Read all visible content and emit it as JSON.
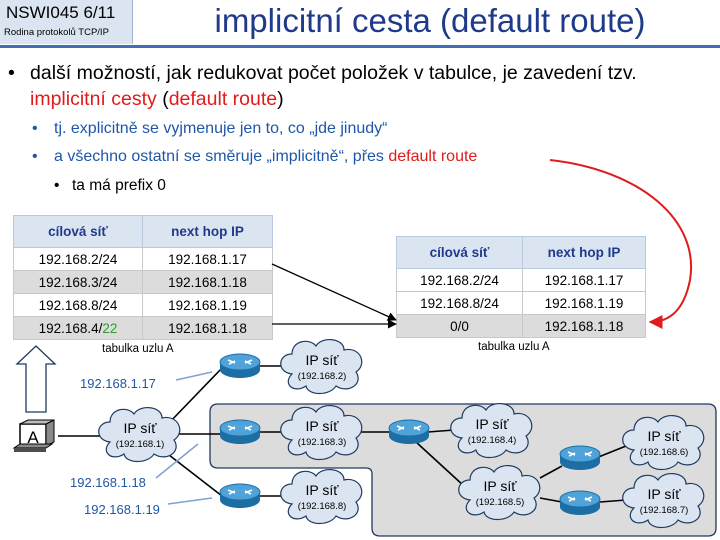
{
  "header": {
    "course": "NSWI045   6/11",
    "subtitle": "Rodina protokolů TCP/IP",
    "title": "implicitní cesta (default route)"
  },
  "bullets": {
    "l1_text": "další možností, jak redukovat počet položek v tabulce, je zavedení tzv.",
    "l1_red1": "implicitní cesty",
    "l1_paren_open": " (",
    "l1_red2": "default route",
    "l1_paren_close": ")",
    "l2a": "tj. explicitně se vyjmenuje jen to, co „jde jinudy“",
    "l2b_text": "a všechno ostatní se směruje „implicitně“, přes ",
    "l2b_red": "default route",
    "l3": "ta má prefix 0"
  },
  "table_left": {
    "headers": [
      "cílová síť",
      "next hop IP"
    ],
    "rows": [
      {
        "net": "192.168.2/24",
        "hop": "192.168.1.17"
      },
      {
        "net": "192.168.3/24",
        "hop": "192.168.1.18"
      },
      {
        "net": "192.168.8/24",
        "hop": "192.168.1.19"
      }
    ],
    "last_net_prefix": "192.168.4/",
    "last_net_green": "22",
    "last_hop": "192.168.1.18",
    "caption": "tabulka uzlu A"
  },
  "table_right": {
    "headers": [
      "cílová síť",
      "next hop IP"
    ],
    "rows": [
      {
        "net": "192.168.2/24",
        "hop": "192.168.1.17"
      },
      {
        "net": "192.168.8/24",
        "hop": "192.168.1.19"
      }
    ],
    "default_net": "0/0",
    "default_hop": "192.168.1.18",
    "caption": "tabulka uzlu A"
  },
  "diagram": {
    "node_label": "A",
    "ip_labels": [
      "192.168.1.17",
      "192.168.1.18",
      "192.168.1.19"
    ],
    "cloud_title": "IP síť",
    "clouds": [
      "(192.168.1)",
      "(192.168.2)",
      "(192.168.3)",
      "(192.168.8)",
      "(192.168.4)",
      "(192.168.5)",
      "(192.168.6)",
      "(192.168.7)"
    ]
  },
  "colors": {
    "accent": "#1f3a8a",
    "highlight": "#e01b1b",
    "prefix_green": "#2e9b2e",
    "link_blue": "#1f57a8",
    "cloud_fill": "#dbe5f1",
    "region_fill": "#dcdcdc"
  }
}
